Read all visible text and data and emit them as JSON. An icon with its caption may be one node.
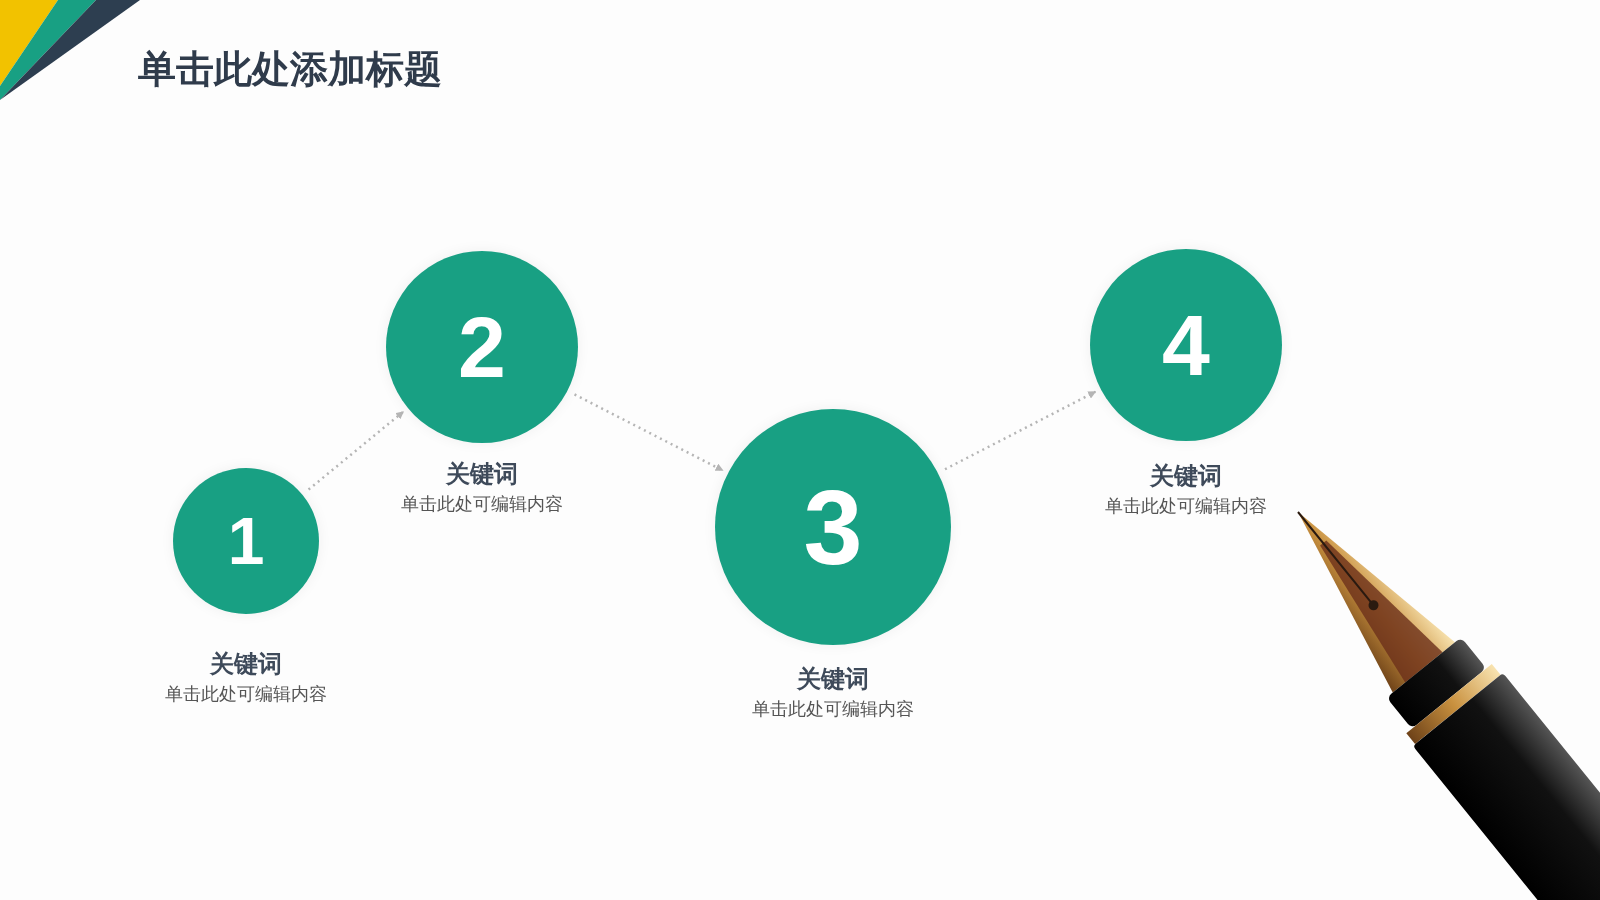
{
  "diagram": {
    "title": "单击此处添加标题",
    "nodes": [
      {
        "text": [
          "1"
        ],
        "beside": [
          "关键词",
          "单击此处可编辑内容"
        ]
      },
      {
        "text": [
          "2"
        ],
        "beside": [
          "关键词",
          "单击此处可编辑内容"
        ]
      },
      {
        "text": [
          "3"
        ],
        "beside": [
          "关键词",
          "单击此处可编辑内容"
        ]
      },
      {
        "text": [
          "4"
        ],
        "beside": [
          "关键词",
          "单击此处可编辑内容"
        ]
      }
    ],
    "edges": [
      {
        "from": 0,
        "to": 1,
        "arrow": "to",
        "style": "dashed"
      },
      {
        "from": 1,
        "to": 2,
        "arrow": "to",
        "style": "dashed"
      },
      {
        "from": 2,
        "to": 3,
        "arrow": "to",
        "style": "dashed"
      }
    ]
  }
}
